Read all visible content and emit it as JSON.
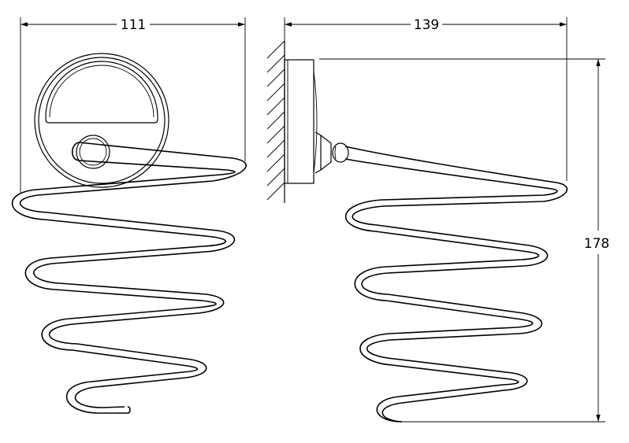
{
  "dimensions": {
    "width_label": "111",
    "depth_label": "139",
    "height_label": "178"
  }
}
